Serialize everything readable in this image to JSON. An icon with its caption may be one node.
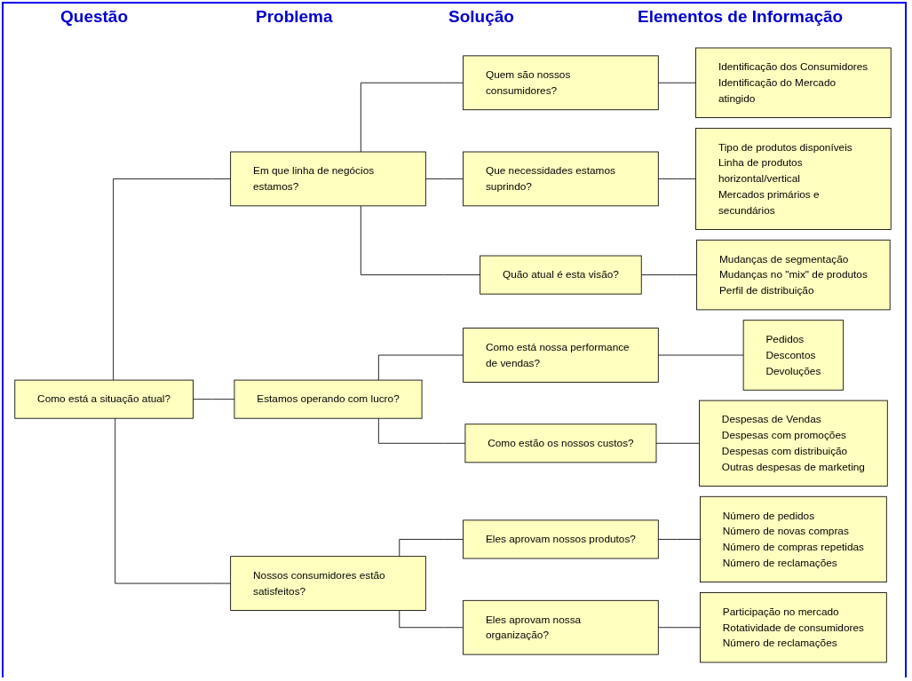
{
  "diagram": {
    "nodes": [
      {
        "text": [
          "Como está a situação atual?"
        ]
      },
      {
        "text": [
          "Em que linha de negócios estamos?"
        ]
      },
      {
        "text": [
          "Quem são nossos consumidores?"
        ]
      },
      {
        "text": [
          "Identificação dos Consumidores",
          "Identificação do Mercado atingido"
        ]
      },
      {
        "text": [
          "Que necessidades estamos suprindo?"
        ]
      },
      {
        "text": [
          "Tipo de produtos disponíveis",
          "Linha de produtos horizontal/vertical",
          "Mercados primários e secundários"
        ]
      },
      {
        "text": [
          "Quão atual é esta visão?"
        ]
      },
      {
        "text": [
          "Mudanças de segmentação",
          "Mudanças no \"mix\" de produtos",
          "Perfil de distribuição"
        ]
      },
      {
        "text": [
          "Estamos operando com lucro?"
        ]
      },
      {
        "text": [
          "Como está nossa performance de vendas?"
        ]
      },
      {
        "text": [
          "Pedidos",
          "Descontos",
          "Devoluções"
        ]
      },
      {
        "text": [
          "Como estão os nossos custos?"
        ]
      },
      {
        "text": [
          "Despesas de Vendas",
          "Despesas com promoções",
          "Despesas com distribuição",
          "Outras despesas de marketing"
        ]
      },
      {
        "text": [
          "Nossos consumidores estão satisfeitos?"
        ]
      },
      {
        "text": [
          "Eles aprovam nossos produtos?"
        ]
      },
      {
        "text": [
          "Número de pedidos",
          "Número de novas compras",
          "Número de compras repetidas",
          "Número de reclamações"
        ]
      },
      {
        "text": [
          "Eles aprovam nossa organização?"
        ]
      },
      {
        "text": [
          "Participação no mercado",
          "Rotatividade de consumidores",
          "Número de reclamações"
        ]
      }
    ],
    "edges": [
      {
        "from": 0,
        "to": 1,
        "arrow": "none"
      },
      {
        "from": 0,
        "to": 8,
        "arrow": "none"
      },
      {
        "from": 0,
        "to": 13,
        "arrow": "none"
      },
      {
        "from": 1,
        "to": 2,
        "arrow": "none"
      },
      {
        "from": 1,
        "to": 4,
        "arrow": "none"
      },
      {
        "from": 1,
        "to": 6,
        "arrow": "none"
      },
      {
        "from": 2,
        "to": 3,
        "arrow": "none"
      },
      {
        "from": 4,
        "to": 5,
        "arrow": "none"
      },
      {
        "from": 6,
        "to": 7,
        "arrow": "none"
      },
      {
        "from": 8,
        "to": 9,
        "arrow": "none"
      },
      {
        "from": 8,
        "to": 11,
        "arrow": "none"
      },
      {
        "from": 9,
        "to": 10,
        "arrow": "none"
      },
      {
        "from": 11,
        "to": 12,
        "arrow": "none"
      },
      {
        "from": 13,
        "to": 14,
        "arrow": "none"
      },
      {
        "from": 13,
        "to": 16,
        "arrow": "none"
      },
      {
        "from": 14,
        "to": 15,
        "arrow": "none"
      },
      {
        "from": 16,
        "to": 17,
        "arrow": "none"
      }
    ],
    "labels": [
      "Questão",
      "Problema",
      "Solução",
      "Elementos de Informação"
    ]
  }
}
